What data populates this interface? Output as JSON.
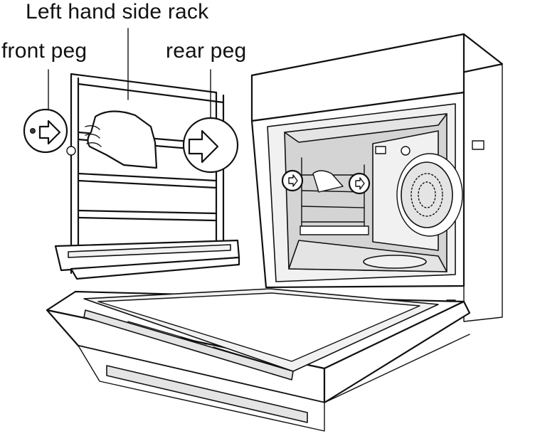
{
  "labels": {
    "left_hand_side_rack": "Left hand side rack",
    "front_peg": "front peg",
    "rear_peg": "rear peg"
  },
  "colors": {
    "ink": "#111111",
    "background": "#ffffff",
    "cavity_shade": "#d4d4d4"
  },
  "icons": [
    "arrow-right-icon",
    "hand-icon",
    "fan-cover-icon"
  ]
}
